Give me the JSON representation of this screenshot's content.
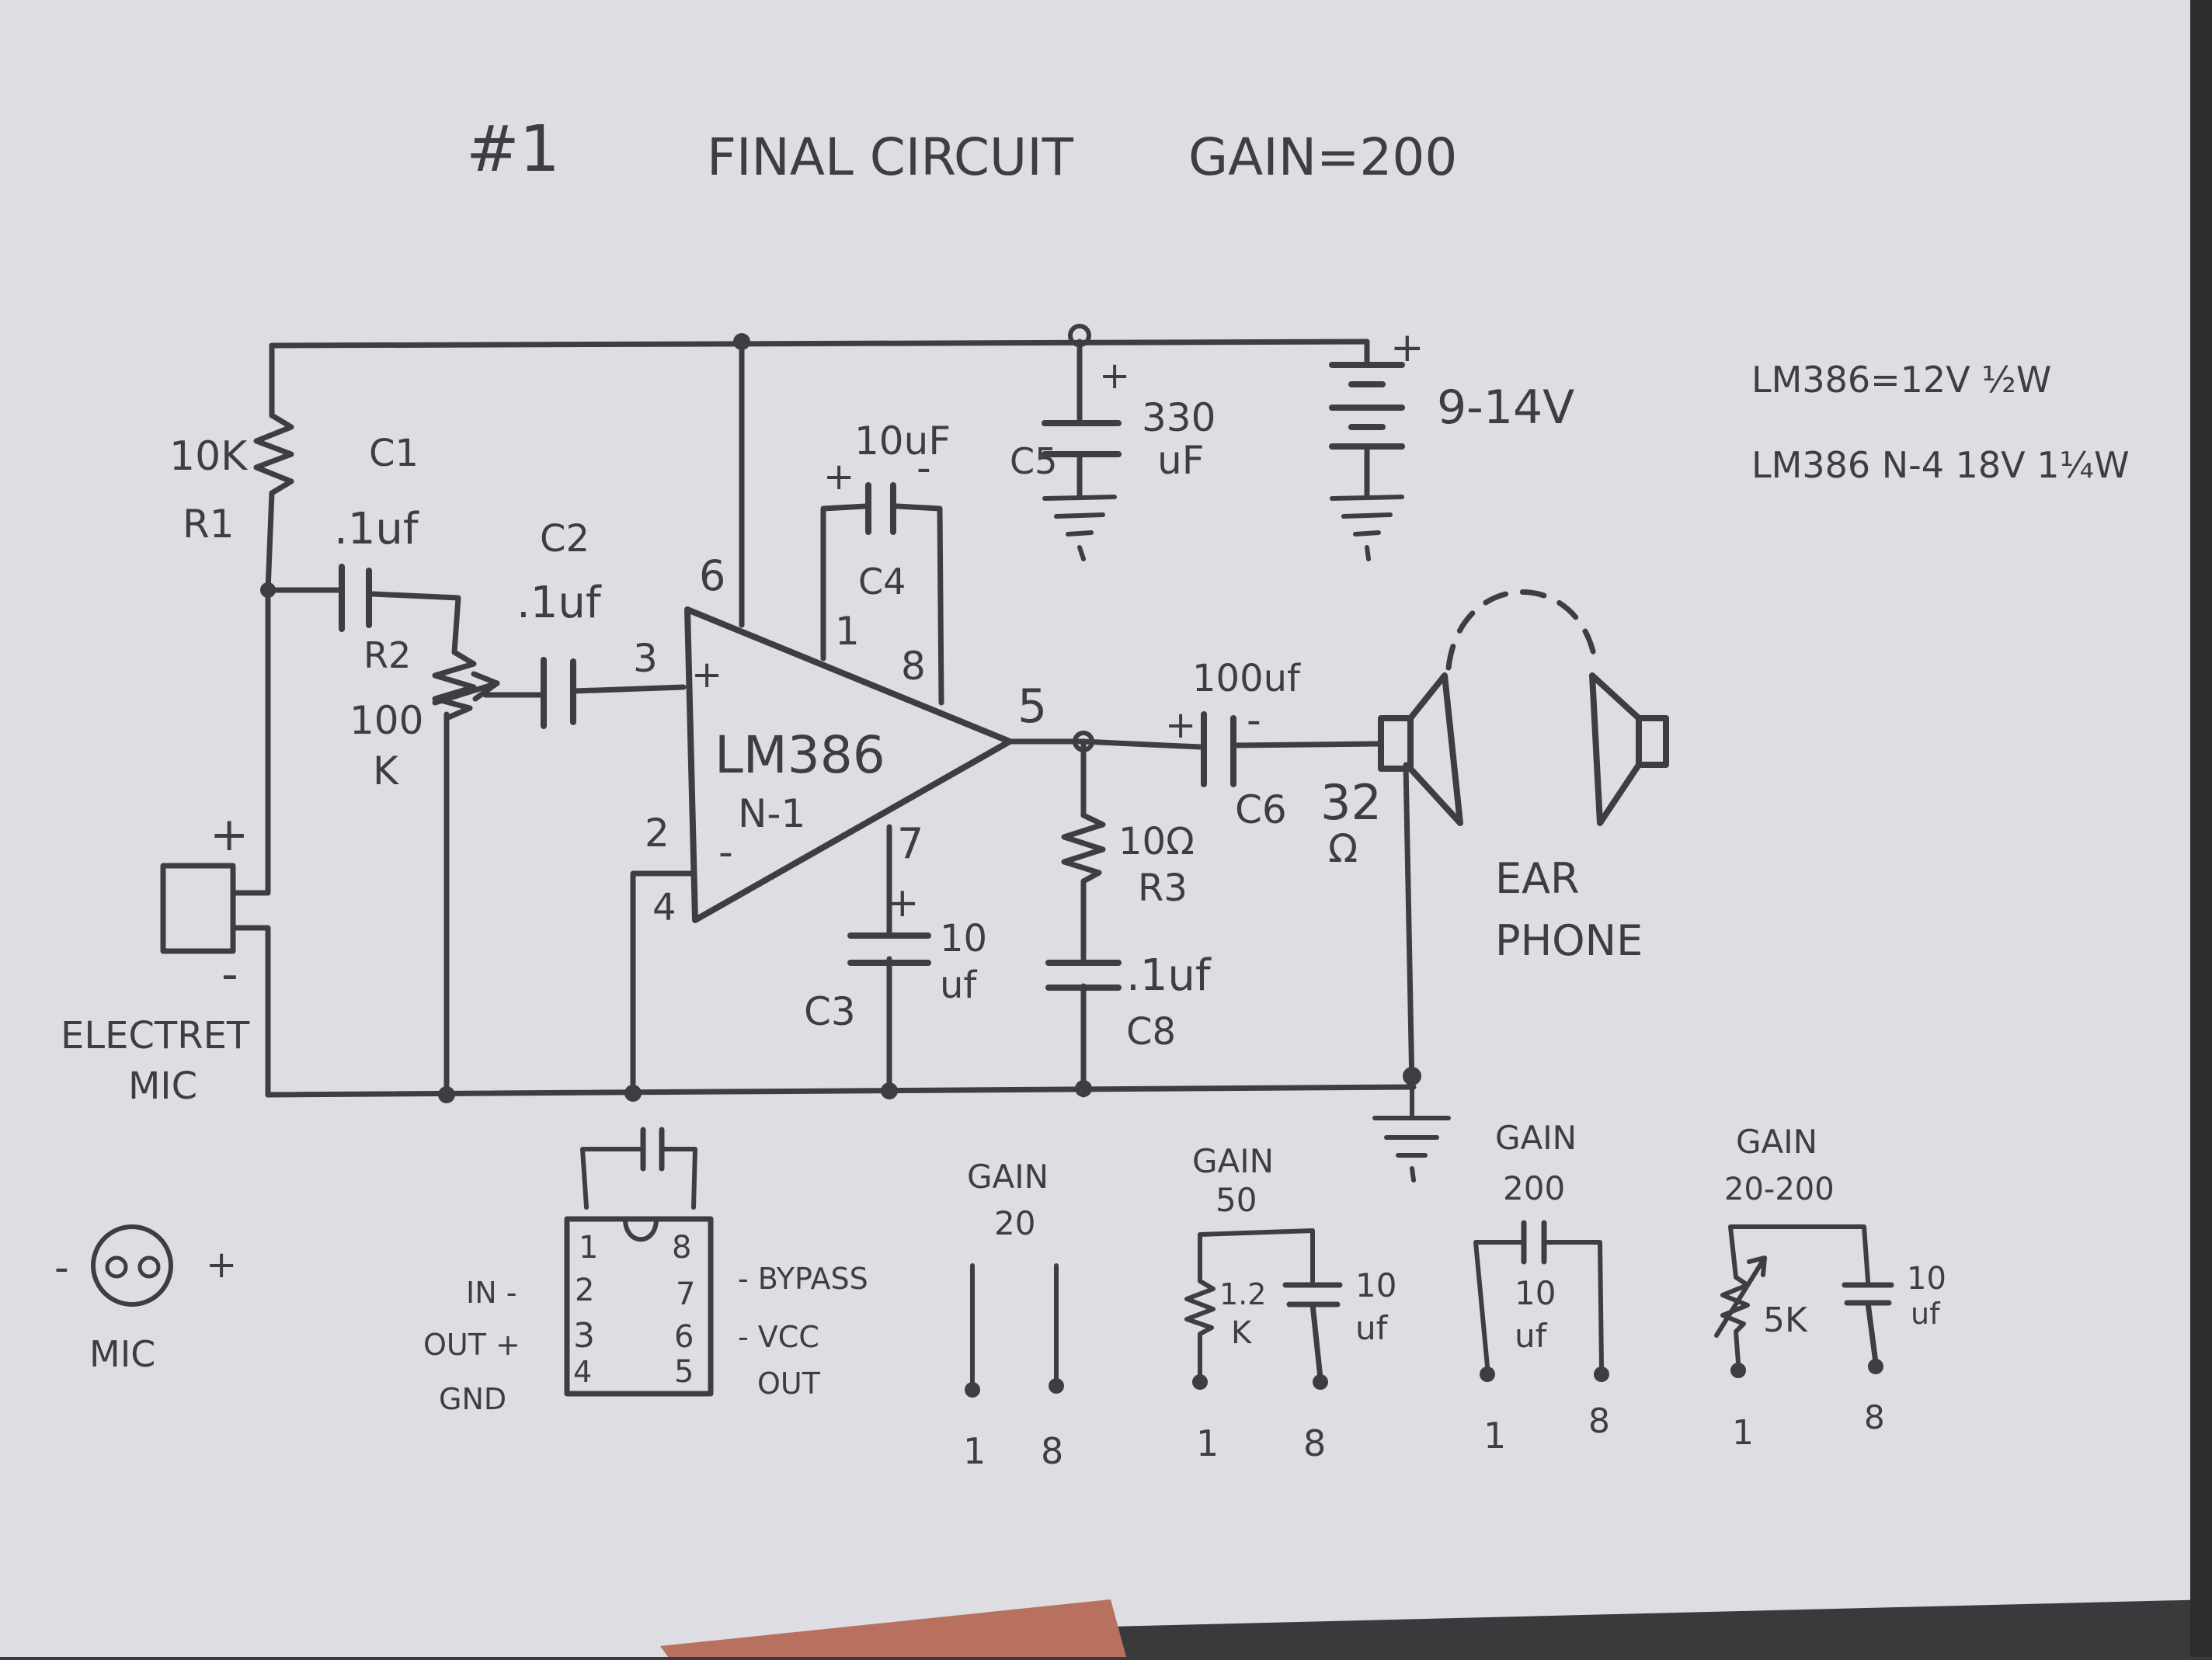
{
  "header": {
    "number": "#1",
    "title": "FINAL CIRCUIT",
    "gain": "GAIN=200"
  },
  "notes": {
    "line1": "LM386=12V ½W",
    "line2": "LM386 N-4 18V 1¼W"
  },
  "components": {
    "r1_value": "10K",
    "r1_name": "R1",
    "c1_name": "C1",
    "c1_value": ".1uf",
    "c2_name": "C2",
    "c2_value": ".1uf",
    "r2_name": "R2",
    "r2_value": "100",
    "r2_unit": "K",
    "c4_value": "10uF",
    "c4_name": "C4",
    "c5_name": "C5",
    "c5_value": "330",
    "c5_unit": "uF",
    "battery": "9-14V",
    "opamp_name": "LM386",
    "opamp_variant": "N-1",
    "c3_name": "C3",
    "c3_value": "10",
    "c3_unit": "uf",
    "r3_value": "10Ω",
    "r3_name": "R3",
    "c8_value": ".1uf",
    "c8_name": "C8",
    "c6_value": "100uf",
    "c6_name": "C6",
    "speaker_impedance": "32",
    "speaker_unit": "Ω",
    "earphone_line1": "EAR",
    "earphone_line2": "PHONE",
    "mic_line1": "ELECTRET",
    "mic_line2": "MIC"
  },
  "pins": {
    "p6": "6",
    "p3": "3",
    "p2": "2",
    "p4": "4",
    "p1": "1",
    "p8": "8",
    "p5": "5",
    "p7": "7",
    "plus": "+",
    "minus": "-"
  },
  "mic_pinout": {
    "minus": "-",
    "plus": "+",
    "label": "MIC"
  },
  "chip": {
    "left_pins": [
      "1",
      "2",
      "3",
      "4"
    ],
    "right_pins": [
      "8",
      "7",
      "6",
      "5"
    ],
    "left_labels": [
      "IN -",
      "OUT +",
      "GND"
    ],
    "right_labels": [
      "- BYPASS",
      "- VCC",
      "OUT"
    ]
  },
  "gain_options": [
    {
      "line1": "GAIN",
      "line2": "20",
      "parts": [],
      "pin_left": "1",
      "pin_right": "8"
    },
    {
      "line1": "GAIN",
      "line2": "50",
      "parts": [
        "1.2",
        "K",
        "10",
        "uf"
      ],
      "pin_left": "1",
      "pin_right": "8"
    },
    {
      "line1": "GAIN",
      "line2": "200",
      "parts": [
        "10",
        "uf"
      ],
      "pin_left": "1",
      "pin_right": "8"
    },
    {
      "line1": "GAIN",
      "line2": "20-200",
      "parts": [
        "5K",
        "10",
        "uf"
      ],
      "pin_left": "1",
      "pin_right": "8"
    }
  ]
}
